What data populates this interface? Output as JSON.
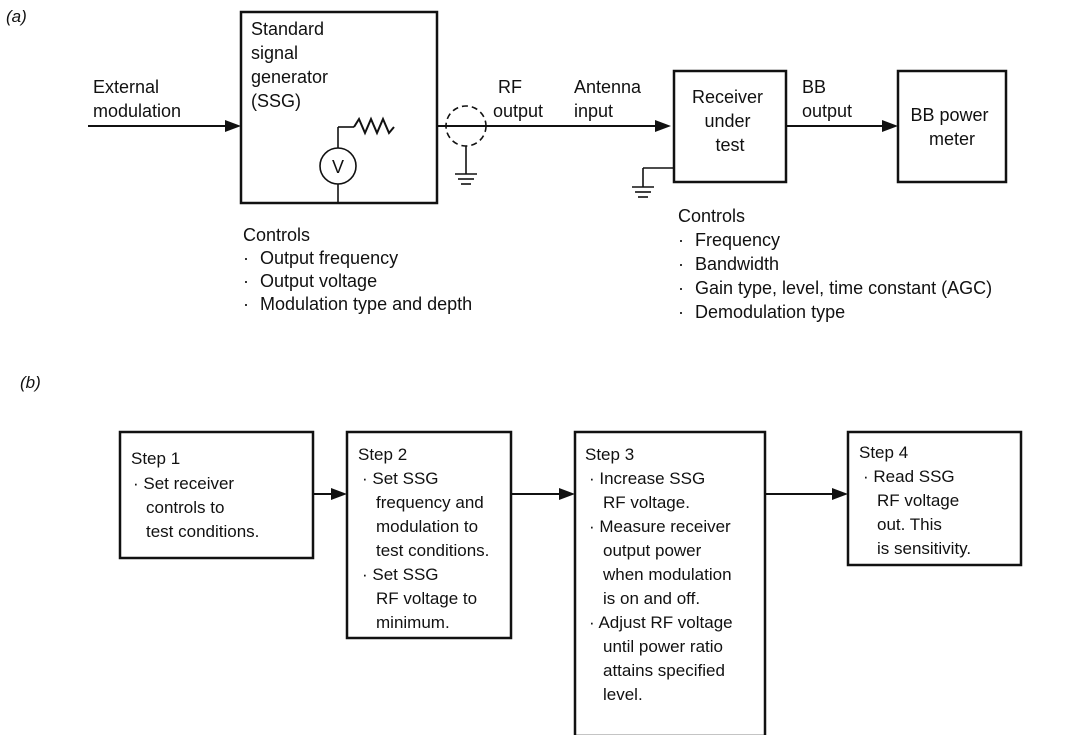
{
  "part_a": {
    "tag": "(a)",
    "external_modulation": [
      "External",
      "modulation"
    ],
    "ssg": {
      "label": [
        "Standard",
        "signal",
        "generator",
        "(SSG)"
      ],
      "meter_symbol": "V",
      "controls_heading": "Controls",
      "controls": [
        "Output frequency",
        "Output voltage",
        "Modulation type and depth"
      ]
    },
    "rf_output": [
      "RF",
      "output"
    ],
    "antenna_input": [
      "Antenna",
      "input"
    ],
    "receiver": {
      "label": [
        "Receiver",
        "under",
        "test"
      ],
      "controls_heading": "Controls",
      "controls": [
        "Frequency",
        "Bandwidth",
        "Gain type, level, time constant (AGC)",
        "Demodulation type"
      ]
    },
    "bb_output": [
      "BB",
      "output"
    ],
    "bb_meter": [
      "BB power",
      "meter"
    ]
  },
  "part_b": {
    "tag": "(b)",
    "steps": [
      {
        "title": "Step 1",
        "lines": [
          "· Set receiver",
          "controls to",
          "test conditions."
        ]
      },
      {
        "title": "Step 2",
        "lines": [
          "· Set SSG",
          "frequency and",
          "modulation to",
          "test conditions.",
          "· Set SSG",
          "RF voltage to",
          "minimum."
        ]
      },
      {
        "title": "Step 3",
        "lines": [
          "· Increase SSG",
          "RF voltage.",
          "· Measure receiver",
          "output power",
          "when modulation",
          "is on and off.",
          "· Adjust RF voltage",
          "until power ratio",
          "attains specified",
          "level."
        ]
      },
      {
        "title": "Step 4",
        "lines": [
          "· Read SSG",
          "RF voltage",
          "out.  This",
          "is sensitivity."
        ]
      }
    ]
  }
}
